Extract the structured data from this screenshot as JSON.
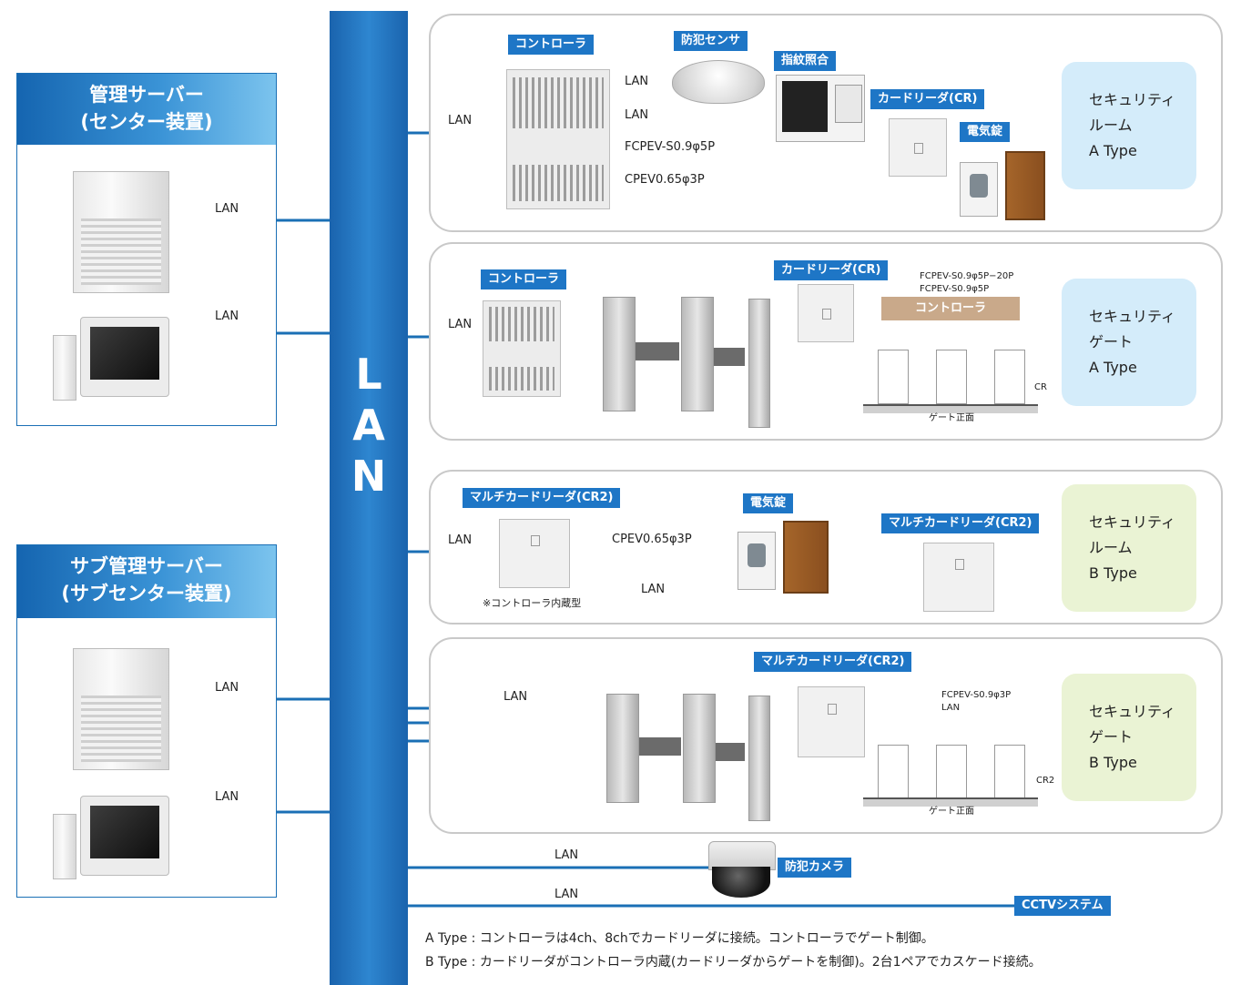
{
  "main_server": {
    "title_line1": "管理サーバー",
    "title_line2": "(センター装置)",
    "lan1": "LAN",
    "lan2": "LAN"
  },
  "sub_server": {
    "title_line1": "サブ管理サーバー",
    "title_line2": "(サブセンター装置)",
    "lan1": "LAN",
    "lan2": "LAN"
  },
  "lan_bar": {
    "letters": [
      "L",
      "A",
      "N"
    ]
  },
  "panel_a_room": {
    "controller_tag": "コントローラ",
    "sensor_tag": "防犯センサ",
    "fingerprint_tag": "指紋照合",
    "card_reader_tag": "カードリーダ(CR)",
    "elock_tag": "電気錠",
    "lan_in": "LAN",
    "w1": "LAN",
    "w2": "LAN",
    "w3": "FCPEV-S0.9φ5P",
    "w4": "CPEV0.65φ3P",
    "room_line1": "セキュリティ",
    "room_line2": "ルーム",
    "room_line3": "A Type"
  },
  "panel_a_gate": {
    "controller_tag": "コントローラ",
    "card_reader_tag": "カードリーダ(CR)",
    "lan_in": "LAN",
    "legend1": "FCPEV-S0.9φ5P−20P",
    "legend2": "FCPEV-S0.9φ5P",
    "diagram_controller": "コントローラ",
    "cr_label": "CR",
    "gate_front": "ゲート正面",
    "room_line1": "セキュリティ",
    "room_line2": "ゲート",
    "room_line3": "A Type"
  },
  "panel_b_room": {
    "multi_reader_tag": "マルチカードリーダ(CR2)",
    "elock_tag": "電気錠",
    "multi_reader_tag2": "マルチカードリーダ(CR2)",
    "lan_in": "LAN",
    "w1": "CPEV0.65φ3P",
    "w2": "LAN",
    "builtin_note": "※コントローラ内蔵型",
    "room_line1": "セキュリティ",
    "room_line2": "ルーム",
    "room_line3": "B Type"
  },
  "panel_b_gate": {
    "multi_reader_tag": "マルチカードリーダ(CR2)",
    "lan_in": "LAN",
    "legend1": "FCPEV-S0.9φ3P",
    "legend2": "LAN",
    "cr2_label": "CR2",
    "gate_front": "ゲート正面",
    "room_line1": "セキュリティ",
    "room_line2": "ゲート",
    "room_line3": "B Type"
  },
  "camera": {
    "lan": "LAN",
    "tag": "防犯カメラ"
  },
  "cctv": {
    "lan": "LAN",
    "tag": "CCTVシステム"
  },
  "notes": {
    "a_type": "A Type : コントローラは4ch、8chでカードリーダに接続。コントローラでゲート制御。",
    "b_type": "B Type : カードリーダがコントローラ内蔵(カードリーダからゲートを制御)。2台1ペアでカスケード接続。"
  },
  "colors": {
    "lan_blue": "#1a6fb5",
    "tag_blue": "#1e76c6",
    "room_blue": "#d4ecfa",
    "room_green": "#eaf3d4"
  }
}
